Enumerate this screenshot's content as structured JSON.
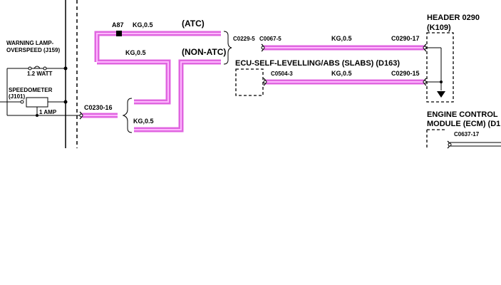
{
  "colors": {
    "wire_magenta": "#e066e0",
    "wire_core": "#ffb8ff",
    "line": "#000000",
    "background": "#ffffff"
  },
  "labels": {
    "warning_lamp": "WARNING LAMP-",
    "overspeed": "OVERSPEED (J159)",
    "watt": "1.2 WATT",
    "speedometer": "SPEEDOMETER",
    "j101": "(J101)",
    "amp": "1 AMP",
    "a87": "A87",
    "kg_atc": "KG,0.5",
    "atc": "(ATC)",
    "kg_nonatc": "KG,0.5",
    "nonatc": "(NON-ATC)",
    "c0230": "C0230-16",
    "kg_lower": "KG,0.5",
    "c0229": "C0229-5",
    "c0067": "C0067-5",
    "kg_top": "KG,0.5",
    "c0290_17": "C0290-17",
    "header_title": "HEADER 0290",
    "header_k109": "(K109)",
    "ecu_title": "ECU-SELF-LEVELLING/ABS (SLABS) (D163)",
    "c0504": "C0504-3",
    "kg_ecu": "KG,0.5",
    "c0290_15": "C0290-15",
    "ecm_line1": "ENGINE CONTROL",
    "ecm_line2": "MODULE (ECM) (D1",
    "c0637": "C0637-17"
  }
}
